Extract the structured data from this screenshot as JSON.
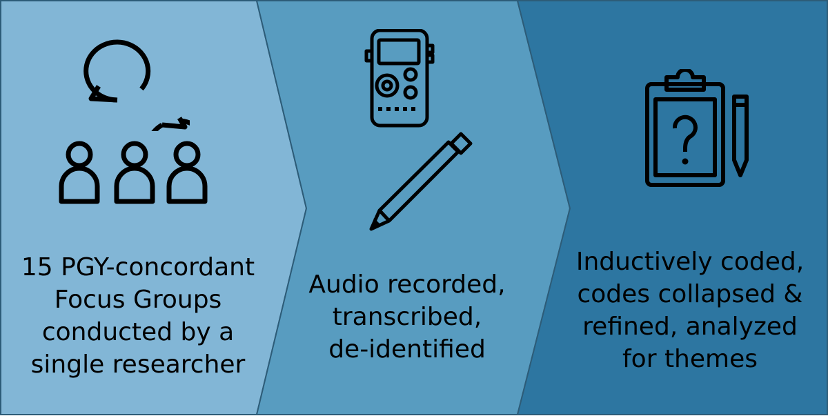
{
  "colors": {
    "step1_fill": "#82b6d6",
    "step2_fill": "#589cc0",
    "step3_fill": "#2d76a1",
    "stroke": "#2d5c78",
    "icon": "#000000",
    "text": "#000000"
  },
  "steps": [
    {
      "icons": [
        "speech-bubbles-icon",
        "group-people-icon"
      ],
      "text": "15 PGY-concordant\nFocus Groups\nconducted by a\nsingle researcher"
    },
    {
      "icons": [
        "voice-recorder-icon",
        "pencil-icon"
      ],
      "text": "Audio recorded,\ntranscribed,\nde-identified"
    },
    {
      "icons": [
        "clipboard-question-icon",
        "pencil-icon"
      ],
      "text": "Inductively coded,\ncodes collapsed &\nrefined, analyzed\nfor themes"
    }
  ]
}
